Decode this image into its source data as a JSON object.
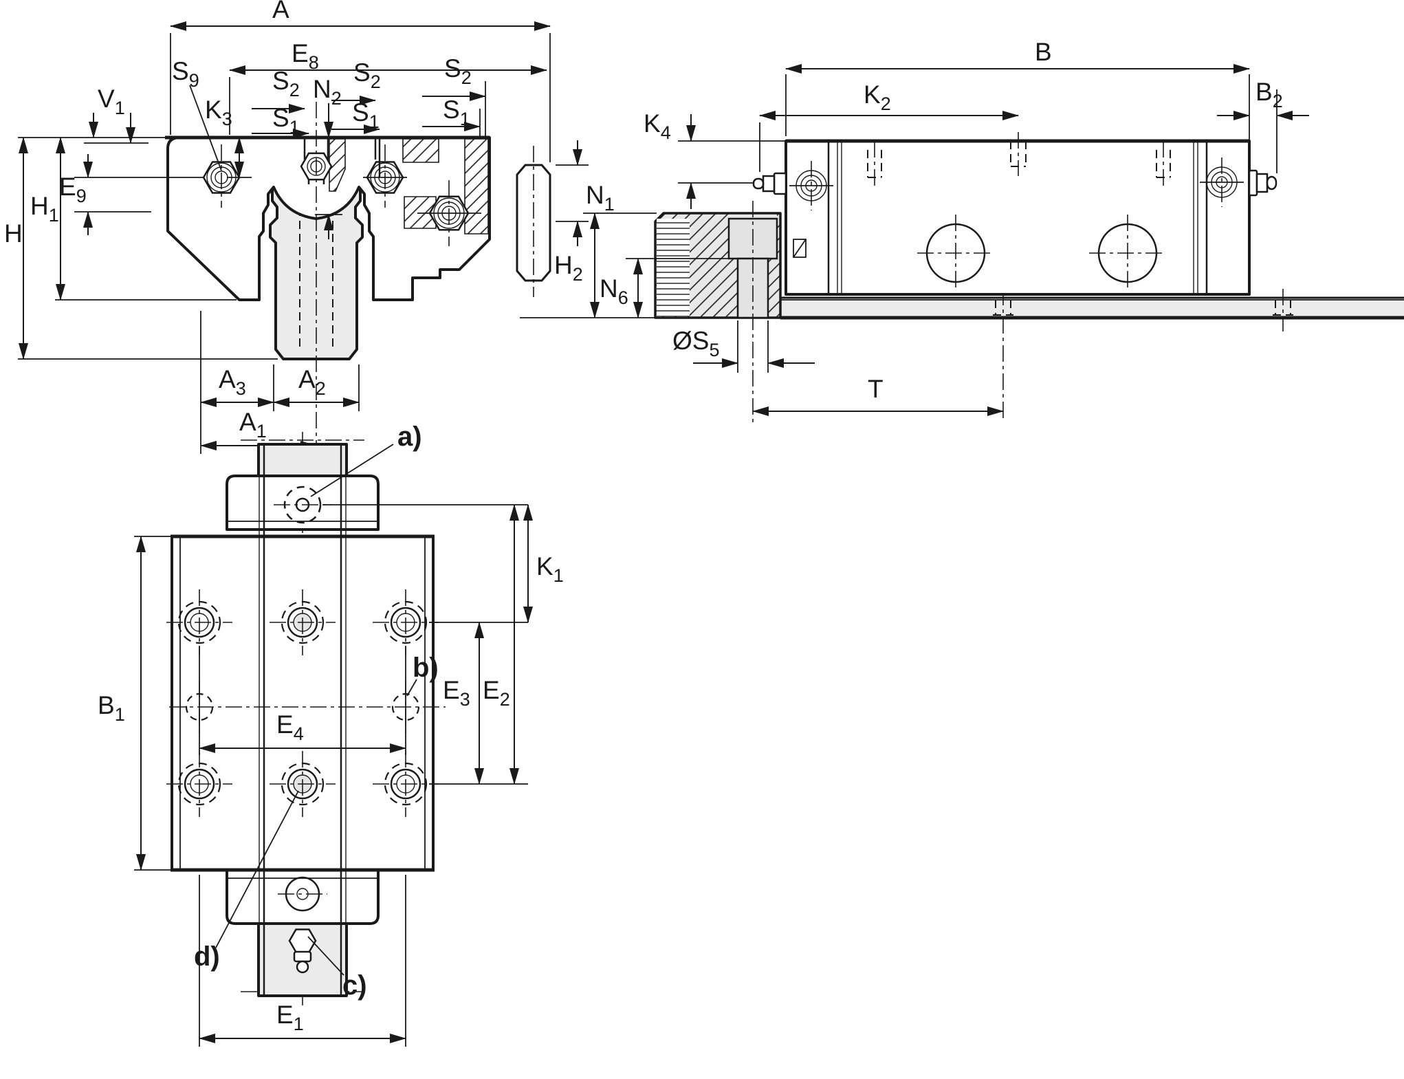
{
  "colors": {
    "line": "#1a1a1a",
    "rail_fill": "#ebebeb",
    "clamp_fill": "#e8e8e8",
    "background": "#ffffff"
  },
  "labels": {
    "A": {
      "b": "A",
      "s": ""
    },
    "E8": {
      "b": "E",
      "s": "8"
    },
    "S9": {
      "b": "S",
      "s": "9"
    },
    "S2": {
      "b": "S",
      "s": "2"
    },
    "S1": {
      "b": "S",
      "s": "1"
    },
    "K3": {
      "b": "K",
      "s": "3"
    },
    "N2": {
      "b": "N",
      "s": "2"
    },
    "V1": {
      "b": "V",
      "s": "1"
    },
    "E9": {
      "b": "E",
      "s": "9"
    },
    "H1": {
      "b": "H",
      "s": "1"
    },
    "H": {
      "b": "H",
      "s": ""
    },
    "N1": {
      "b": "N",
      "s": "1"
    },
    "A3": {
      "b": "A",
      "s": "3"
    },
    "A2": {
      "b": "A",
      "s": "2"
    },
    "A1": {
      "b": "A",
      "s": "1"
    },
    "B": {
      "b": "B",
      "s": ""
    },
    "B2": {
      "b": "B",
      "s": "2"
    },
    "K2": {
      "b": "K",
      "s": "2"
    },
    "K4": {
      "b": "K",
      "s": "4"
    },
    "H2": {
      "b": "H",
      "s": "2"
    },
    "N6": {
      "b": "N",
      "s": "6"
    },
    "S5": {
      "b": "ØS",
      "s": "5"
    },
    "T": {
      "b": "T",
      "s": ""
    },
    "K1": {
      "b": "K",
      "s": "1"
    },
    "B1": {
      "b": "B",
      "s": "1"
    },
    "E3": {
      "b": "E",
      "s": "3"
    },
    "E2": {
      "b": "E",
      "s": "2"
    },
    "E4": {
      "b": "E",
      "s": "4"
    },
    "E1": {
      "b": "E",
      "s": "1"
    }
  },
  "callouts": {
    "a": "a)",
    "b": "b)",
    "c": "c)",
    "d": "d)"
  }
}
